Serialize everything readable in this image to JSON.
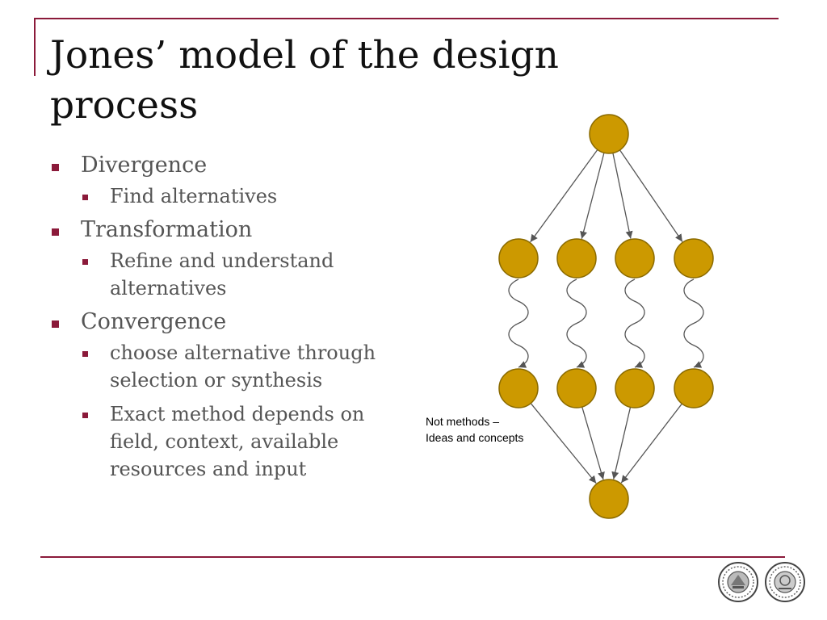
{
  "slide": {
    "title": "Jones’ model of the design process",
    "bullets": [
      {
        "text": "Divergence",
        "subs": [
          "Find alternatives"
        ]
      },
      {
        "text": "Transformation",
        "subs": [
          "Refine and understand alternatives"
        ]
      },
      {
        "text": "Convergence",
        "subs": [
          "choose alternative through selection or synthesis",
          "Exact method depends on field, context, available resources and input"
        ]
      }
    ]
  },
  "diagram": {
    "note_line1": "Not methods –",
    "note_line2": "Ideas and concepts",
    "node_color": "#cc9900",
    "node_stroke": "#8a6a00",
    "edge_color": "#555555",
    "nodes_per_row": [
      1,
      4,
      4,
      1
    ]
  },
  "colors": {
    "accent": "#8b1a3a",
    "text": "#555555",
    "title": "#111111"
  },
  "logos": [
    "university-seal-icon",
    "faculty-seal-icon"
  ]
}
